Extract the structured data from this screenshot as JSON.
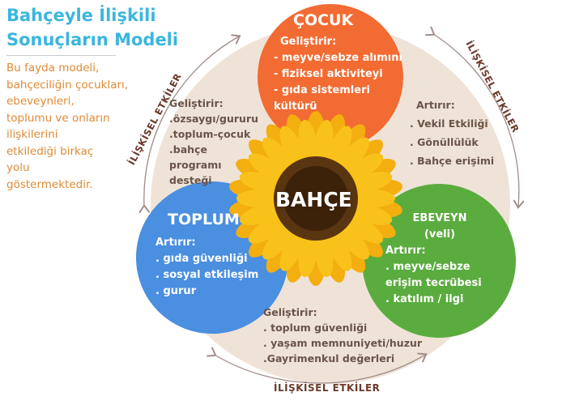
{
  "title": [
    "Bahçeyle İlişkili",
    "Sonuçların Modeli"
  ],
  "description": [
    "Bu fayda modeli,",
    "bahçeciliğin çocukları,",
    "ebeveynleri,",
    "toplumu ve onların",
    "ilişkilerini",
    "etkilediği birkaç",
    "yolu",
    "göstermektedir."
  ],
  "center_label": "BAHÇE",
  "cocuk": {
    "title": "ÇOCUK",
    "heading": "Geliştirir:",
    "items": [
      "- meyve/sebze alımını",
      "- fiziksel aktiviteyi",
      "- gıda sistemleri",
      "kültürü"
    ]
  },
  "toplum": {
    "title": "TOPLUM",
    "heading": "Artırır:",
    "items": [
      ". gıda güvenliği",
      ". sosyal etkileşim",
      ". gurur"
    ]
  },
  "ebeveyn": {
    "title": "EBEVEYN",
    "subtitle": "(veli)",
    "heading": "Artırır:",
    "items": [
      ". meyve/sebze",
      "erişim tecrübesi",
      ". katılım / ilgi"
    ]
  },
  "cocuk_toplum": {
    "heading": "Geliştirir:",
    "items": [
      ".özsaygı/gururu",
      ".toplum-çocuk",
      ".bahçe",
      "programı",
      "desteği"
    ]
  },
  "cocuk_ebeveyn": {
    "heading": "Artırır:",
    "items": [
      ". Vekil Etkiliği",
      ". Gönüllülük",
      ". Bahçe erişimi"
    ]
  },
  "toplum_ebeveyn": {
    "heading": "Geliştirir:",
    "items": [
      ". toplum güvenliği",
      ". yaşam memnuniyeti/huzur",
      ".Gayrimenkul değerleri"
    ]
  },
  "relational_labels": {
    "left": "İLİŞKİSEL ETKİLER",
    "right": "İLİŞKİSEL ETKİLER",
    "bottom": "İLİŞKİSEL ETKİLER"
  },
  "colors": {
    "title": "#3bb6de",
    "desc": "#de8a34",
    "cocuk": "#f26b33",
    "toplum": "#4a8fe0",
    "ebeveyn": "#5aac3e",
    "ring": "#efe3d8"
  }
}
